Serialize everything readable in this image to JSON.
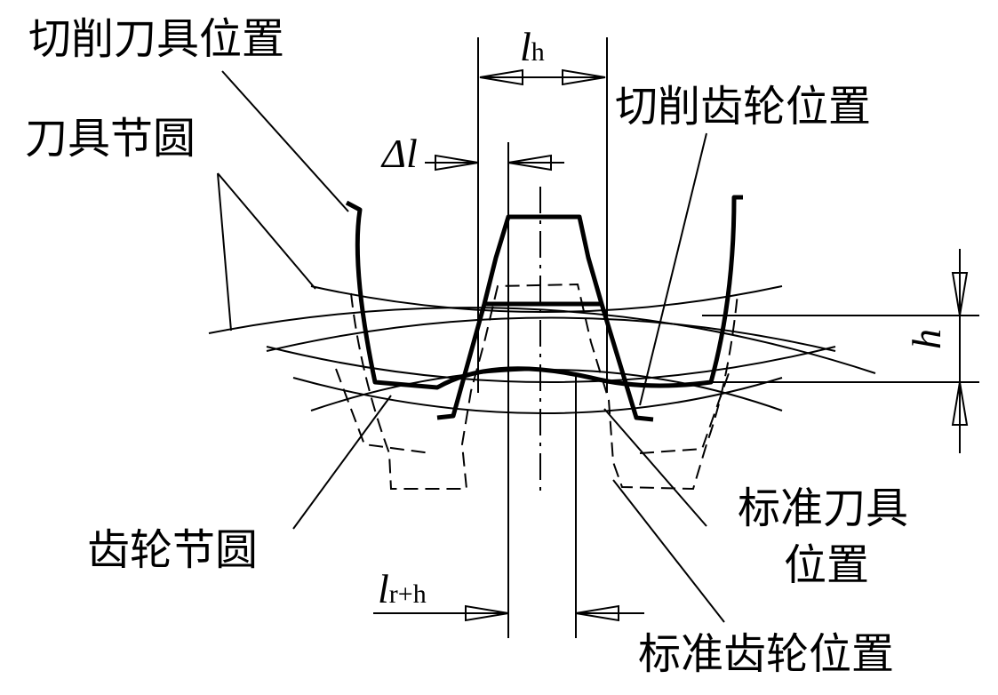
{
  "labels": {
    "cutting_tool_position": "切削刀具位置",
    "tool_pitch_circle": "刀具节圆",
    "cutting_gear_position": "切削齿轮位置",
    "gear_pitch_circle": "齿轮节圆",
    "standard_tool_position_line1": "标准刀具",
    "standard_tool_position_line2": "位置",
    "standard_gear_position": "标准齿轮位置"
  },
  "symbols": {
    "lh_main": "l",
    "lh_sub": "h",
    "delta_l": "Δl",
    "lrh_main": "l",
    "lrh_sub": "r+h",
    "h": "h"
  }
}
